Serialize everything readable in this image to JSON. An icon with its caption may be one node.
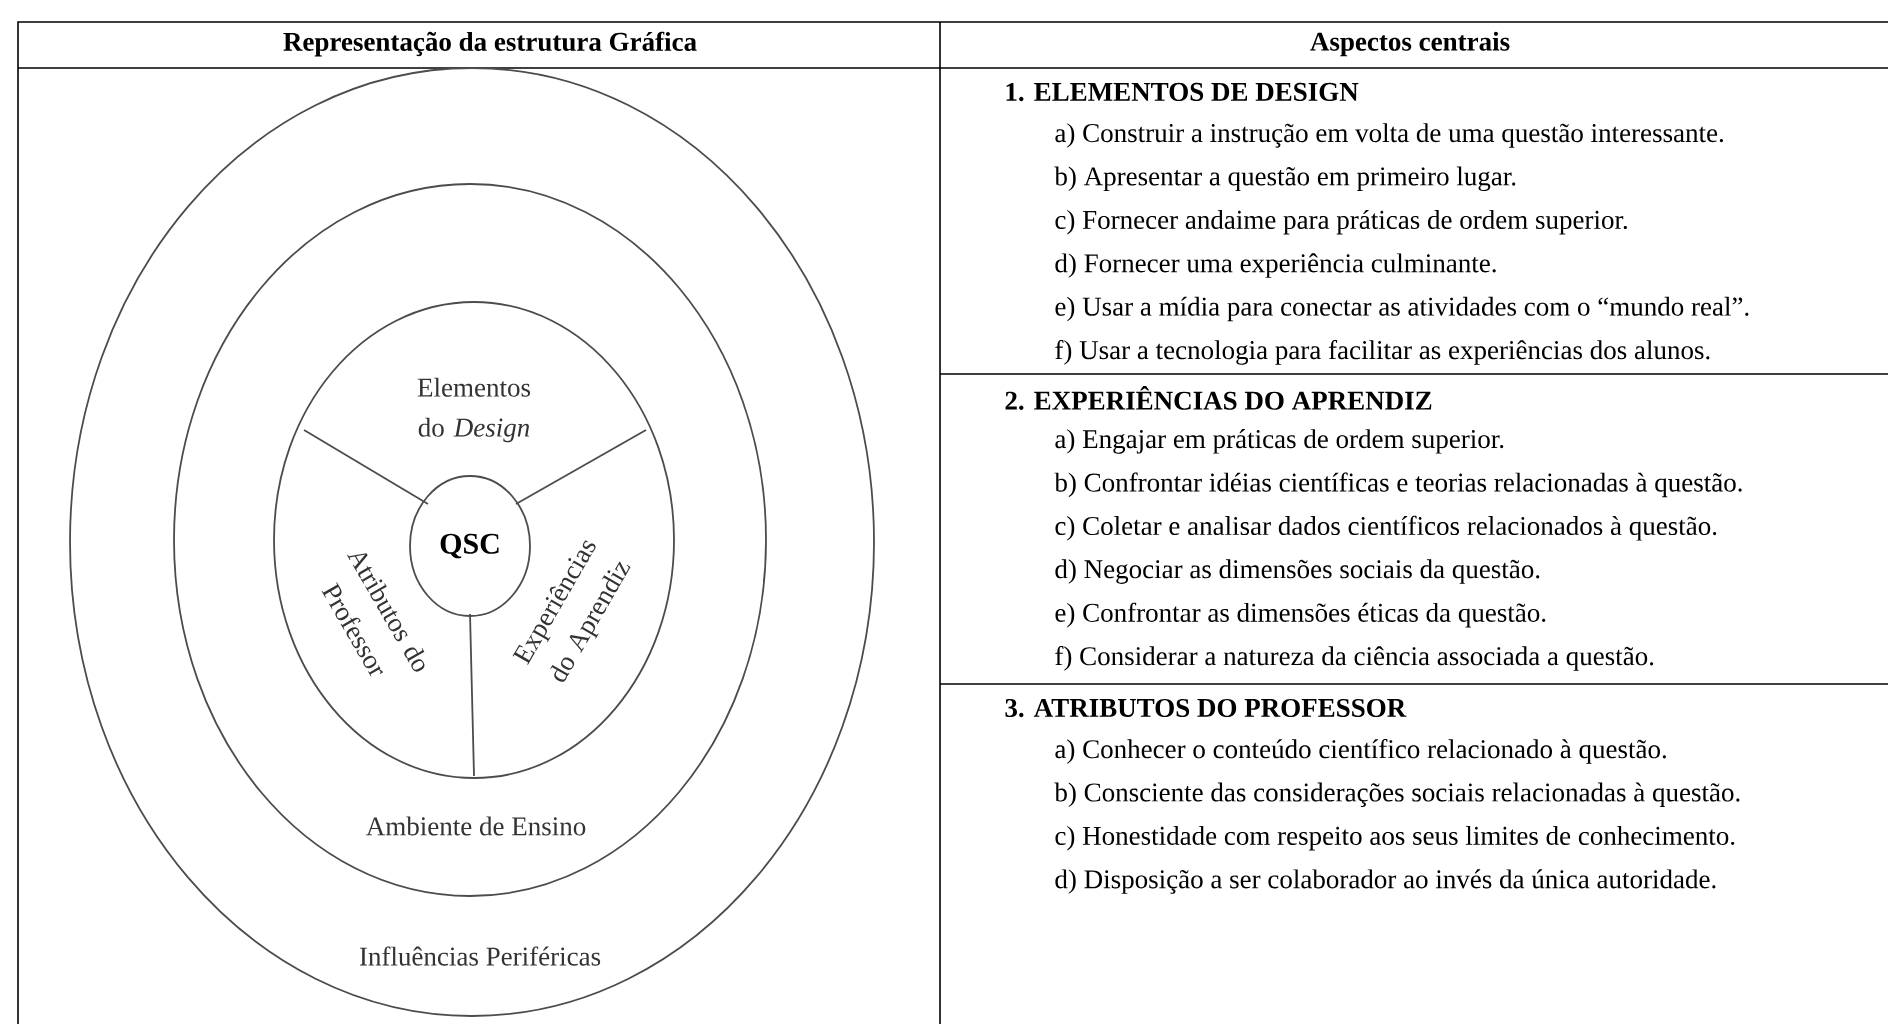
{
  "diagram": {
    "nodes": [
      {
        "text": [
          "Influências Periféricas"
        ]
      },
      {
        "text": [
          "Ambiente de Ensino"
        ],
        "in": 0
      },
      {
        "text": [],
        "shape": "circle",
        "in": 1
      },
      {
        "text": [
          "Elementos do *Design*"
        ],
        "in": 2
      },
      {
        "text": [
          "Atributos do Professor"
        ],
        "in": 2
      },
      {
        "text": [
          "Experiências do Aprendiz"
        ],
        "in": 2
      },
      {
        "text": [
          "QSC"
        ],
        "in": 2
      }
    ],
    "edges": [],
    "labels": [
      "Representação da estrutura Gráfica",
      "Aspectos centrais",
      "1. ELEMENTOS DE DESIGN",
      "a) Construir a instrução em volta de uma questão interessante.",
      "b) Apresentar a questão em primeiro lugar.",
      "c) Fornecer andaime para práticas de ordem superior.",
      "d) Fornecer uma experiência culminante.",
      "e) Usar a mídia para conectar as atividades com o “mundo real”.",
      "f) Usar a tecnologia para facilitar as experiências dos alunos.",
      "2. EXPERIÊNCIAS DO APRENDIZ",
      "a) Engajar em práticas de ordem superior.",
      "b) Confrontar idéias científicas e teorias relacionadas à questão.",
      "c) Coletar e analisar dados científicos relacionados à questão.",
      "d) Negociar as dimensões sociais da questão.",
      "e) Confrontar as dimensões éticas da questão.",
      "f) Considerar a natureza da ciência associada a questão.",
      "3. ATRIBUTOS DO PROFESSOR",
      "a) Conhecer o conteúdo científico relacionado à questão.",
      "b) Consciente das considerações sociais relacionadas à questão.",
      "c) Honestidade com respeito aos seus limites de conhecimento.",
      "d) Disposição a ser colaborador ao invés da única autoridade."
    ]
  }
}
